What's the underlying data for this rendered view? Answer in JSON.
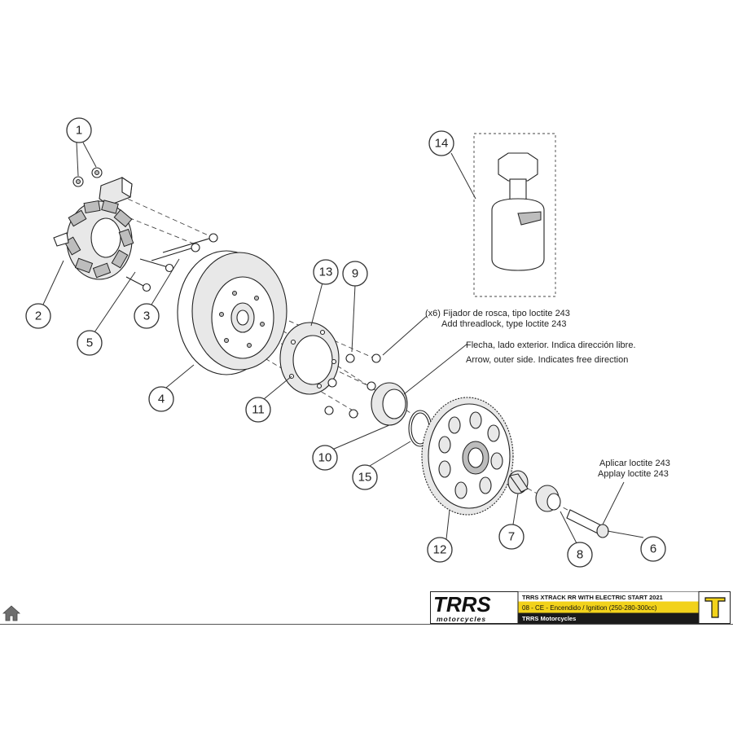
{
  "callouts": [
    {
      "id": "1",
      "label": "1"
    },
    {
      "id": "2",
      "label": "2"
    },
    {
      "id": "3",
      "label": "3"
    },
    {
      "id": "4",
      "label": "4"
    },
    {
      "id": "5",
      "label": "5"
    },
    {
      "id": "6",
      "label": "6"
    },
    {
      "id": "7",
      "label": "7"
    },
    {
      "id": "8",
      "label": "8"
    },
    {
      "id": "9",
      "label": "9"
    },
    {
      "id": "10",
      "label": "10"
    },
    {
      "id": "11",
      "label": "11"
    },
    {
      "id": "12",
      "label": "12"
    },
    {
      "id": "13",
      "label": "13"
    },
    {
      "id": "14",
      "label": "14"
    },
    {
      "id": "15",
      "label": "15"
    }
  ],
  "notes": {
    "threadlock_es": "(x6) Fijador de rosca, tipo loctite 243",
    "threadlock_en": "Add threadlock, type loctite 243",
    "arrow_es": "Flecha, lado exterior. Indica dirección libre.",
    "arrow_en": "Arrow, outer side. Indicates free direction",
    "loctite_es": "Aplicar  loctite 243",
    "loctite_en": "Applay loctite 243"
  },
  "title_block": {
    "brand_logo": "TRRS",
    "brand_sub": "motorcycles",
    "model": "TRRS XTRACK RR  WITH ELECTRIC START 2021",
    "section": "08 - CE - Encendido / Ignition (250-280-300cc)",
    "company": "TRRS Motorcycles",
    "accent_color": "#f2d21b",
    "dark_color": "#1a1a1a"
  },
  "icons": {
    "home": "home-icon",
    "emblem": "trrs-emblem-icon"
  }
}
